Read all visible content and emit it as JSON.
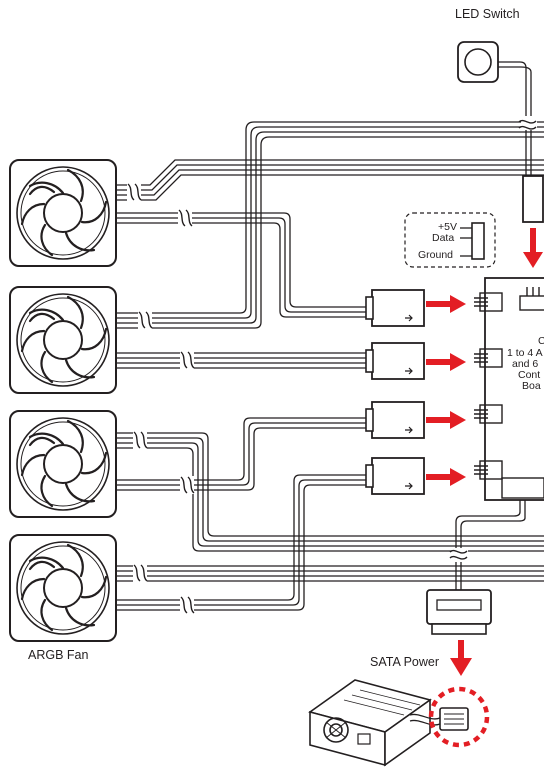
{
  "labels": {
    "led_switch": "LED Switch",
    "argb_fan": "ARGB Fan",
    "sata_power": "SATA Power"
  },
  "connector_pins": [
    "+5V",
    "Data",
    "Ground"
  ],
  "controller_board_lines": [
    "C",
    "1 to 4 A",
    "and 6",
    "Cont",
    "Boa"
  ],
  "colors": {
    "line": "#231f20",
    "accent": "#e31e24",
    "background": "#ffffff"
  },
  "icons": [
    "fan-icon",
    "led-switch-icon",
    "argb-connector-icon",
    "arrow-right-icon",
    "arrow-down-icon",
    "psu-icon",
    "sata-plug-icon"
  ]
}
